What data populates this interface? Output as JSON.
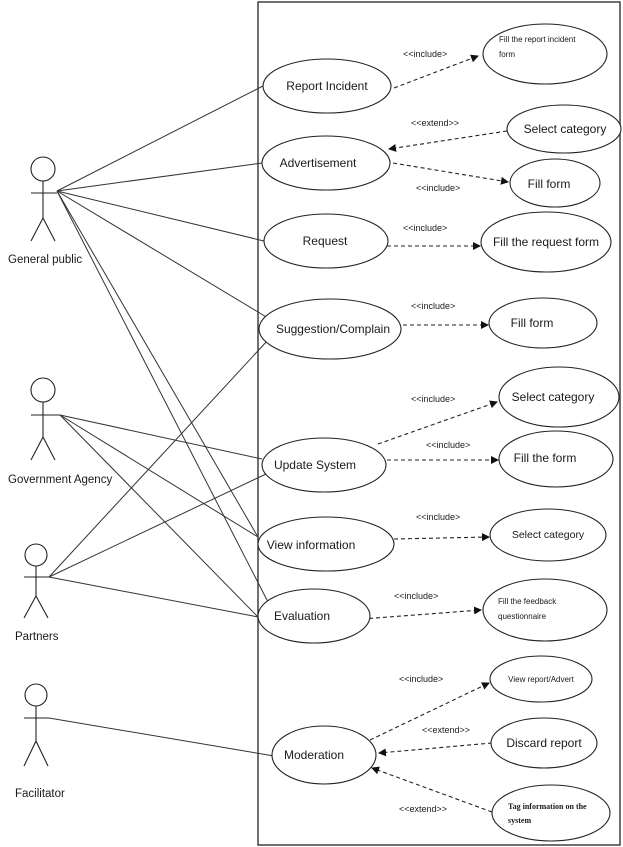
{
  "diagram": {
    "type": "uml-use-case",
    "actors": [
      {
        "id": "general_public",
        "label": "General public"
      },
      {
        "id": "government_agency",
        "label": "Government Agency"
      },
      {
        "id": "partners",
        "label": "Partners"
      },
      {
        "id": "facilitator",
        "label": "Facilitator"
      }
    ],
    "use_cases": [
      {
        "id": "report_incident",
        "label": "Report Incident"
      },
      {
        "id": "advertisement",
        "label": "Advertisement"
      },
      {
        "id": "request",
        "label": "Request"
      },
      {
        "id": "suggestion",
        "label": "Suggestion/Complain"
      },
      {
        "id": "update_system",
        "label": "Update System"
      },
      {
        "id": "view_information",
        "label": "View information"
      },
      {
        "id": "evaluation",
        "label": "Evaluation"
      },
      {
        "id": "moderation",
        "label": "Moderation"
      }
    ],
    "sub_cases": [
      {
        "id": "fill_report_form",
        "label_line1": "Fill the report incident",
        "label_line2": "form"
      },
      {
        "id": "select_category_1",
        "label": "Select category"
      },
      {
        "id": "fill_form_1",
        "label": "Fill form"
      },
      {
        "id": "fill_request_form",
        "label": "Fill the request form"
      },
      {
        "id": "fill_form_2",
        "label": "Fill form"
      },
      {
        "id": "select_category_2",
        "label": "Select category"
      },
      {
        "id": "fill_the_form",
        "label": "Fill the form"
      },
      {
        "id": "select_category_3",
        "label": "Select category"
      },
      {
        "id": "fill_feedback",
        "label_line1": "Fill the feedback",
        "label_line2": "questionnaire"
      },
      {
        "id": "view_report_advert",
        "label": "View report/Advert"
      },
      {
        "id": "discard_report",
        "label": "Discard report"
      },
      {
        "id": "tag_information",
        "label_line1": "Tag information on the",
        "label_line2": "system"
      }
    ],
    "stereotypes": {
      "include": "<<include>",
      "extend": "<<extend>>"
    },
    "associations": [
      [
        "general_public",
        "report_incident"
      ],
      [
        "general_public",
        "advertisement"
      ],
      [
        "general_public",
        "request"
      ],
      [
        "general_public",
        "suggestion"
      ],
      [
        "general_public",
        "view_information"
      ],
      [
        "general_public",
        "evaluation"
      ],
      [
        "government_agency",
        "update_system"
      ],
      [
        "government_agency",
        "view_information"
      ],
      [
        "government_agency",
        "evaluation"
      ],
      [
        "partners",
        "suggestion"
      ],
      [
        "partners",
        "update_system"
      ],
      [
        "partners",
        "evaluation"
      ],
      [
        "facilitator",
        "moderation"
      ]
    ],
    "dependencies": [
      {
        "from": "report_incident",
        "to": "fill_report_form",
        "kind": "include"
      },
      {
        "from": "select_category_1",
        "to": "advertisement",
        "kind": "extend"
      },
      {
        "from": "advertisement",
        "to": "fill_form_1",
        "kind": "include"
      },
      {
        "from": "request",
        "to": "fill_request_form",
        "kind": "include"
      },
      {
        "from": "suggestion",
        "to": "fill_form_2",
        "kind": "include"
      },
      {
        "from": "update_system",
        "to": "select_category_2",
        "kind": "include"
      },
      {
        "from": "update_system",
        "to": "fill_the_form",
        "kind": "include"
      },
      {
        "from": "view_information",
        "to": "select_category_3",
        "kind": "include"
      },
      {
        "from": "evaluation",
        "to": "fill_feedback",
        "kind": "include"
      },
      {
        "from": "moderation",
        "to": "view_report_advert",
        "kind": "include"
      },
      {
        "from": "discard_report",
        "to": "moderation",
        "kind": "extend"
      },
      {
        "from": "tag_information",
        "to": "moderation",
        "kind": "extend"
      }
    ]
  }
}
